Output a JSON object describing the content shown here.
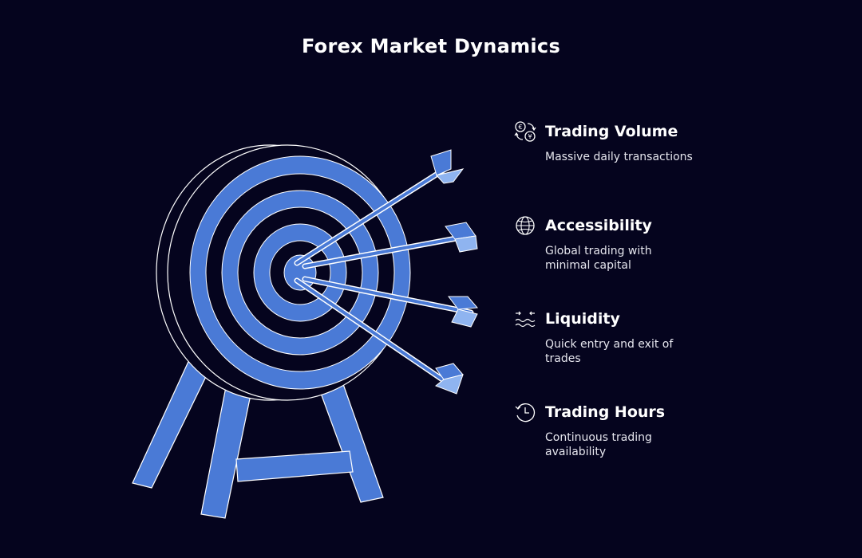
{
  "title": "Forex Market Dynamics",
  "colors": {
    "background": "#05041e",
    "target_blue": "#4a7ad6",
    "arrow_light": "#8fb4f0",
    "outline": "#ffffff"
  },
  "items": [
    {
      "title": "Trading Volume",
      "description": "Massive daily transactions",
      "icon": "currency-exchange-icon"
    },
    {
      "title": "Accessibility",
      "description": "Global trading with minimal capital",
      "icon": "globe-icon"
    },
    {
      "title": "Liquidity",
      "description": "Quick entry and exit of trades",
      "icon": "water-flow-icon"
    },
    {
      "title": "Trading Hours",
      "description": "Continuous trading availability",
      "icon": "clock-cycle-icon"
    }
  ]
}
